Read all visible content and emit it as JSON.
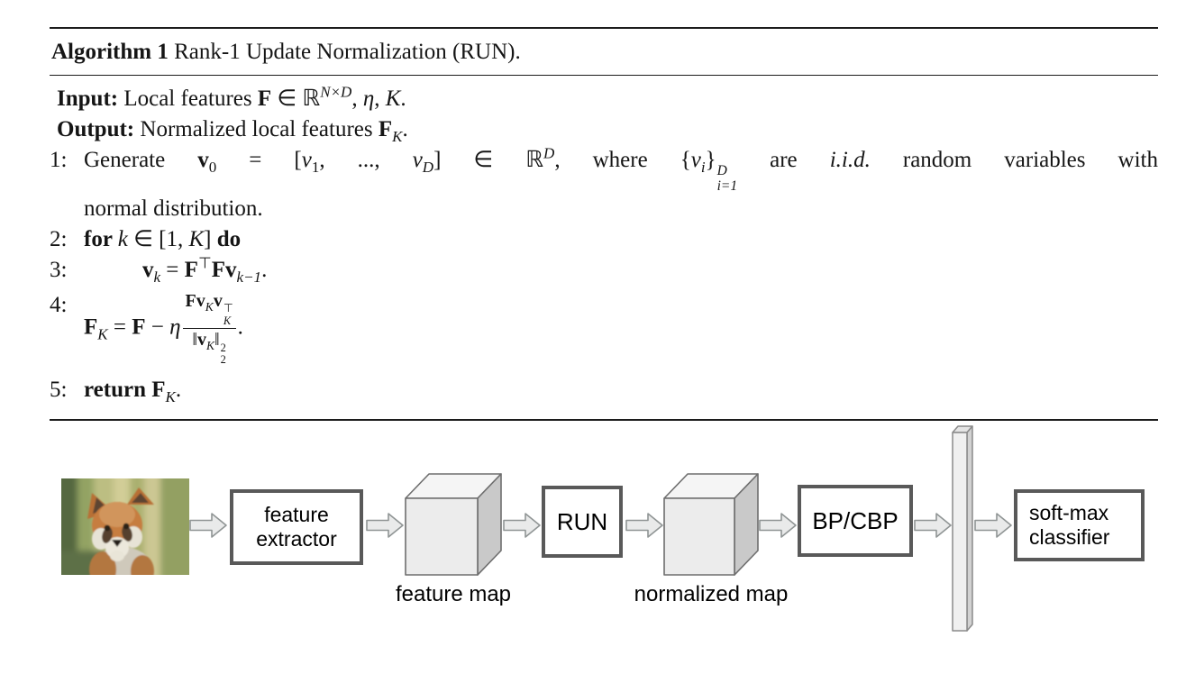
{
  "colors": {
    "rule_color": "#1c1c1c",
    "box_border": "#595959",
    "arrow_fill": "#e9eaea",
    "arrow_stroke": "#909595",
    "cube_front": "#ececec",
    "cube_top": "#f5f5f5",
    "cube_side": "#c9c9c9"
  },
  "algorithm": {
    "title_segs": [
      {
        "t": "Algorithm 1",
        "s": "b"
      },
      {
        "t": " Rank-1 Update Normalization (RUN).",
        "s": "n"
      }
    ],
    "rows": [
      {
        "type": "io",
        "segs": [
          {
            "t": "Input: ",
            "s": "b"
          },
          {
            "t": "Local features ",
            "s": "n"
          },
          {
            "t": "F",
            "s": "b"
          },
          {
            "t": " ∈ ℝ",
            "s": "n"
          },
          {
            "t": "N×D",
            "s": "isup"
          },
          {
            "t": ", ",
            "s": "n"
          },
          {
            "t": "η",
            "s": "i"
          },
          {
            "t": ", ",
            "s": "n"
          },
          {
            "t": "K",
            "s": "i"
          },
          {
            "t": ".",
            "s": "n"
          }
        ]
      },
      {
        "type": "io",
        "segs": [
          {
            "t": "Output: ",
            "s": "b"
          },
          {
            "t": "Normalized local features ",
            "s": "n"
          },
          {
            "t": "F",
            "s": "b"
          },
          {
            "t": "K",
            "s": "isub"
          },
          {
            "t": ".",
            "s": "n"
          }
        ]
      },
      {
        "type": "step",
        "num": "1:",
        "justify": true,
        "segs": [
          {
            "t": "Generate ",
            "s": "n"
          },
          {
            "t": "v",
            "s": "b"
          },
          {
            "t": "0",
            "s": "sub"
          },
          {
            "t": " = [",
            "s": "n"
          },
          {
            "t": "v",
            "s": "i"
          },
          {
            "t": "1",
            "s": "sub"
          },
          {
            "t": ", ..., ",
            "s": "n"
          },
          {
            "t": "v",
            "s": "i"
          },
          {
            "t": "D",
            "s": "isub"
          },
          {
            "t": "] ∈ ℝ",
            "s": "n"
          },
          {
            "t": "D",
            "s": "isup"
          },
          {
            "t": ", where {",
            "s": "n"
          },
          {
            "t": "v",
            "s": "i"
          },
          {
            "t": "i",
            "s": "isub"
          },
          {
            "t": "}",
            "s": "n"
          },
          {
            "s": "stack",
            "sup": "D",
            "sub": "i=1",
            "supi": true,
            "subi": true
          },
          {
            "t": " are ",
            "s": "n"
          },
          {
            "t": "i.i.d.",
            "s": "i"
          },
          {
            "t": " random variables with",
            "s": "n"
          }
        ]
      },
      {
        "type": "cont",
        "segs": [
          {
            "t": "normal distribution.",
            "s": "n"
          }
        ]
      },
      {
        "type": "step",
        "num": "2:",
        "segs": [
          {
            "t": "for ",
            "s": "b"
          },
          {
            "t": "k",
            "s": "i"
          },
          {
            "t": " ∈ [1, ",
            "s": "n"
          },
          {
            "t": "K",
            "s": "i"
          },
          {
            "t": "] ",
            "s": "n"
          },
          {
            "t": "do",
            "s": "b"
          }
        ]
      },
      {
        "type": "step",
        "num": "3:",
        "indent": true,
        "segs": [
          {
            "t": "v",
            "s": "b"
          },
          {
            "t": "k",
            "s": "isub"
          },
          {
            "t": " = ",
            "s": "n"
          },
          {
            "t": "F",
            "s": "b"
          },
          {
            "t": "⊤",
            "s": "sup"
          },
          {
            "t": "F",
            "s": "b"
          },
          {
            "t": "v",
            "s": "b"
          },
          {
            "t": "k−1",
            "s": "isub"
          },
          {
            "t": ".",
            "s": "n"
          }
        ]
      },
      {
        "type": "step",
        "num": "4:",
        "segs": [
          {
            "t": "F",
            "s": "b"
          },
          {
            "t": "K",
            "s": "isub"
          },
          {
            "t": " = ",
            "s": "n"
          },
          {
            "t": "F",
            "s": "b"
          },
          {
            "t": " − ",
            "s": "n"
          },
          {
            "t": "η",
            "s": "i"
          },
          {
            "s": "frac",
            "num": [
              {
                "t": "F",
                "s": "b"
              },
              {
                "t": "v",
                "s": "b"
              },
              {
                "t": "K",
                "s": "isub"
              },
              {
                "t": "v",
                "s": "b"
              },
              {
                "s": "stack",
                "sup": "⊤",
                "sub": "K",
                "supi": false,
                "subi": true
              }
            ],
            "den": [
              {
                "t": "‖",
                "s": "n"
              },
              {
                "t": "v",
                "s": "b"
              },
              {
                "t": "K",
                "s": "isub"
              },
              {
                "t": "‖",
                "s": "n"
              },
              {
                "s": "stack",
                "sup": "2",
                "sub": "2",
                "supi": false,
                "subi": false
              }
            ]
          },
          {
            "t": ".",
            "s": "n"
          }
        ]
      },
      {
        "type": "step",
        "num": "5:",
        "segs": [
          {
            "t": "return ",
            "s": "b"
          },
          {
            "t": "F",
            "s": "b"
          },
          {
            "t": "K",
            "s": "isub"
          },
          {
            "t": ".",
            "s": "n"
          }
        ]
      }
    ]
  },
  "diagram": {
    "input_image": "fox cub photo",
    "boxes": {
      "feature_extractor": {
        "line1": "feature",
        "line2": "extractor"
      },
      "run": {
        "line1": "RUN"
      },
      "bp_cbp": {
        "line1": "BP/CBP"
      },
      "softmax": {
        "line1": "soft-max",
        "line2": "classifier"
      }
    },
    "cube_labels": {
      "feature_map": "feature map",
      "normalized_map": "normalized map"
    }
  }
}
